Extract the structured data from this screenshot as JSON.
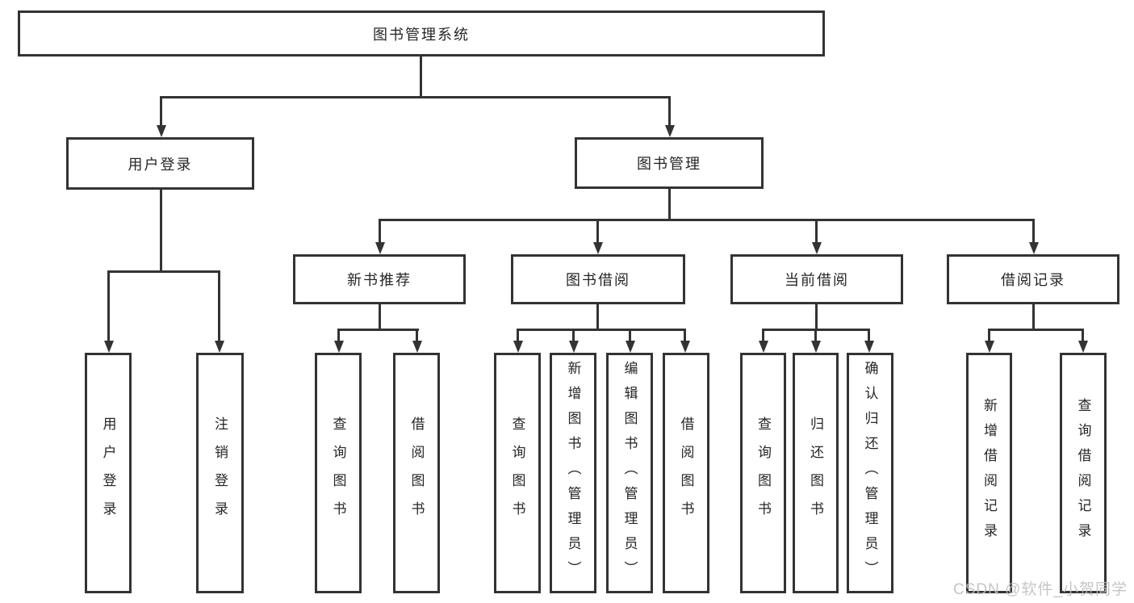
{
  "tree": {
    "root": {
      "label": "图书管理系统"
    },
    "level2": [
      {
        "label": "用户登录",
        "children": [
          {
            "label": "用户登录"
          },
          {
            "label": "注销登录"
          }
        ]
      },
      {
        "label": "图书管理"
      }
    ],
    "level3": [
      {
        "label": "新书推荐",
        "children": [
          {
            "label": "查询图书"
          },
          {
            "label": "借阅图书"
          }
        ]
      },
      {
        "label": "图书借阅",
        "children": [
          {
            "label": "查询图书"
          },
          {
            "label": "新增图书（管理员）"
          },
          {
            "label": "编辑图书（管理员）"
          },
          {
            "label": "借阅图书"
          }
        ]
      },
      {
        "label": "当前借阅",
        "children": [
          {
            "label": "查询图书"
          },
          {
            "label": "归还图书"
          },
          {
            "label": "确认归还（管理员）"
          }
        ]
      },
      {
        "label": "借阅记录",
        "children": [
          {
            "label": "新增借阅记录"
          },
          {
            "label": "查询借阅记录"
          }
        ]
      }
    ]
  },
  "watermark": {
    "text": "CSDN @软件_小贺同学"
  },
  "colors": {
    "line": "#333333",
    "text": "#262626",
    "watermark": "#bfbfbf",
    "background": "#ffffff"
  }
}
